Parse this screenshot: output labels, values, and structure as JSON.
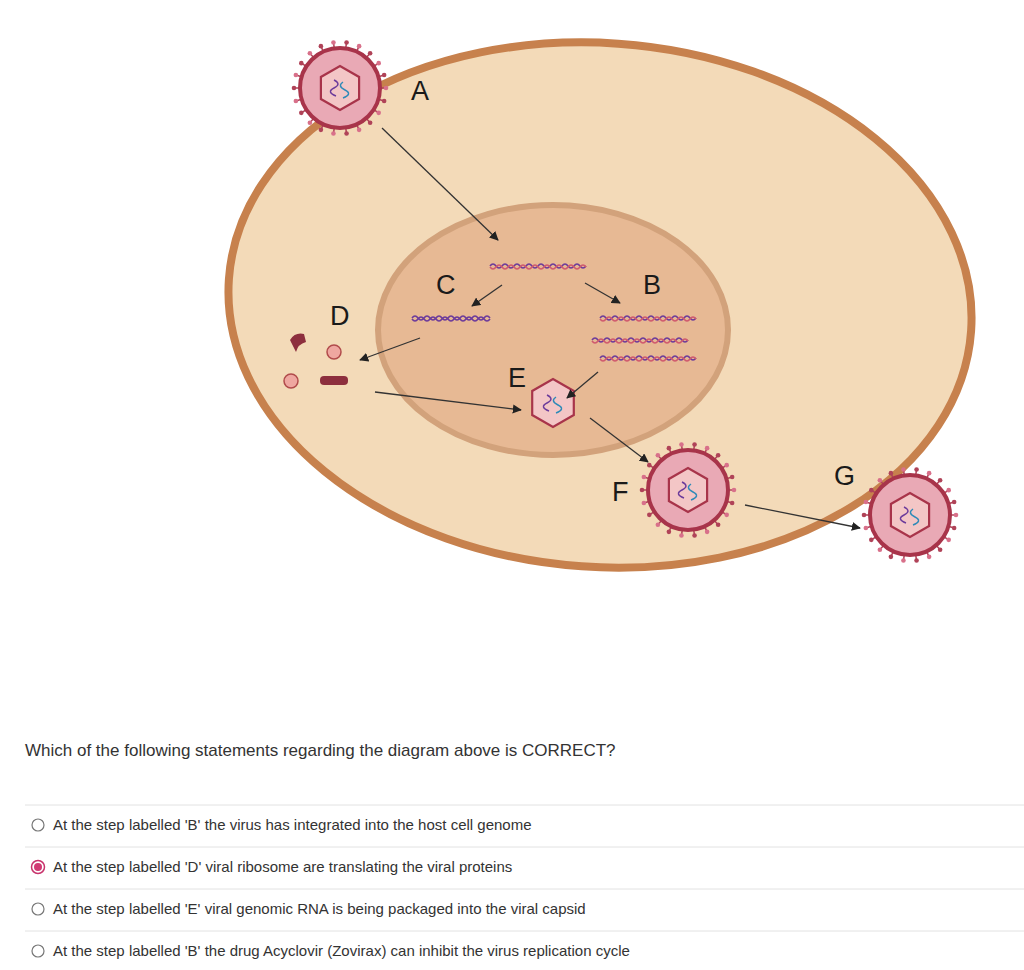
{
  "diagram": {
    "labels": [
      "A",
      "C",
      "B",
      "D",
      "E",
      "F",
      "G",
      "Which of the following statements regarding the diagram above is CORRECT?",
      "At the step labelled 'B' the virus has integrated into the host cell genome",
      "At the step labelled 'D' viral ribosome are translating the viral proteins",
      "At the step labelled 'E' viral genomic RNA is being packaged into the viral capsid",
      "At the step labelled 'B' the drug Acyclovir (Zovirax) can inhibit the virus replication cycle"
    ]
  }
}
